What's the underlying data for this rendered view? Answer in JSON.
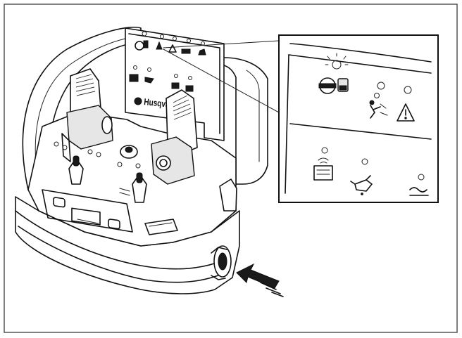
{
  "figure": {
    "brand_text": "Husqvarna",
    "remote_panel_indicators": [
      "power-on-icon",
      "operator-warning-icon",
      "warning-triangle-icon",
      "machine-icon",
      "hand-icon",
      "radio-icon",
      "oil-icon",
      "key-icon",
      "battery-icon"
    ],
    "zoom_panel_indicators": [
      {
        "name": "power-stop-indicator",
        "icon": "power-stop-icon"
      },
      {
        "name": "operator-fall-indicator",
        "icon": "operator-fall-icon"
      },
      {
        "name": "warning-triangle-indicator",
        "icon": "warning-triangle-icon"
      },
      {
        "name": "radio-link-indicator",
        "icon": "radio-link-icon"
      },
      {
        "name": "hydraulic-oil-indicator",
        "icon": "oil-can-icon"
      },
      {
        "name": "water-level-indicator",
        "icon": "water-level-icon"
      }
    ],
    "pointer": "arrow-icon",
    "colors": {
      "line": "#111111",
      "background": "#ffffff",
      "shade": "#e6e6e6"
    }
  }
}
